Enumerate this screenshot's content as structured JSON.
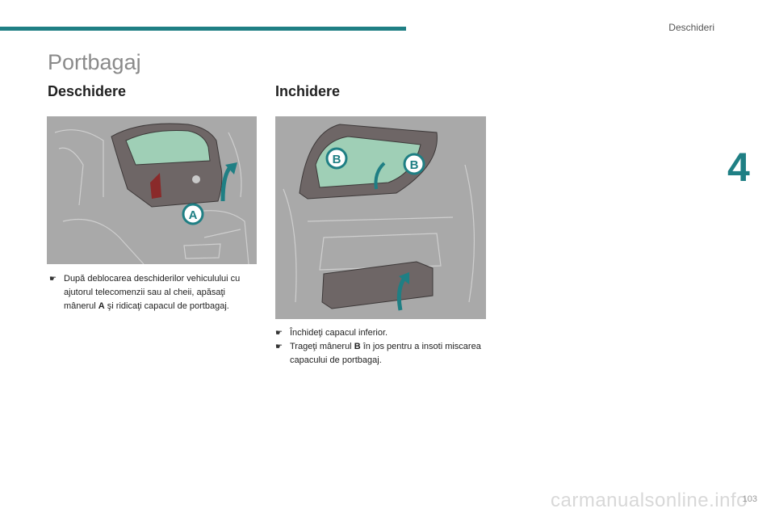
{
  "header": {
    "chapter_name": "Deschideri",
    "chapter_number": "4"
  },
  "page": {
    "title": "Portbagaj",
    "number": "103"
  },
  "sections": {
    "open": {
      "heading": "Deschidere",
      "callout_label": "A",
      "steps": [
        {
          "bullet": "☛",
          "before": "După deblocarea deschiderilor vehiculului cu ajutorul telecomenzii sau al cheii, apăsaţi mânerul ",
          "bold": "A",
          "after": " şi ridicaţi capacul de portbagaj."
        }
      ]
    },
    "close": {
      "heading": "Inchidere",
      "callout_labels": [
        "B",
        "B"
      ],
      "steps": [
        {
          "bullet": "☛",
          "before": "Închideţi capacul inferior.",
          "bold": "",
          "after": ""
        },
        {
          "bullet": "☛",
          "before": "Trageţi mânerul ",
          "bold": "B",
          "after": " în jos pentru a insoti miscarea capacului de portbagaj."
        }
      ]
    }
  },
  "watermark": "carmanualsonline.info",
  "colors": {
    "accent": "#1f7f84",
    "figure_bg": "#a9a9a9",
    "car_body": "#6e6666",
    "glass": "#9fcfb6",
    "callout": "#1f7f84"
  }
}
